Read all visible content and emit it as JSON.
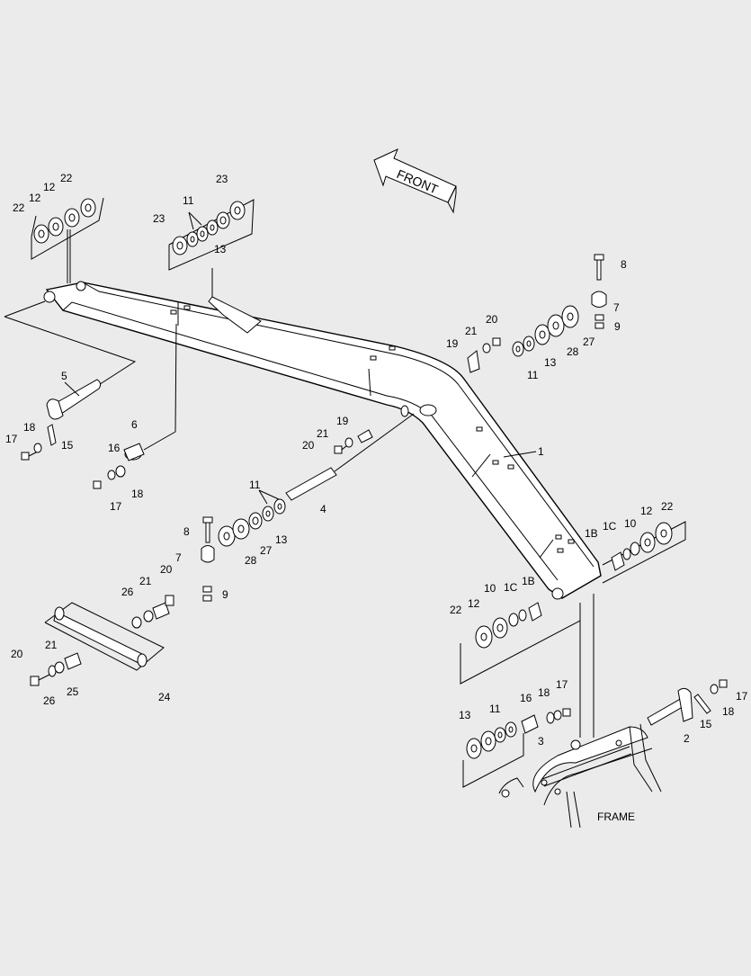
{
  "front_label": "FRONT",
  "frame_label": "FRAME",
  "labels": {
    "l1": "1",
    "l2": "2",
    "l3": "3",
    "l4": "4",
    "l5": "5",
    "l6": "6",
    "l7": "7",
    "l8": "8",
    "l9": "9",
    "l10": "10",
    "l11": "11",
    "l12": "12",
    "l13": "13",
    "l15": "15",
    "l16": "16",
    "l17": "17",
    "l18": "18",
    "l19": "19",
    "l20": "20",
    "l21": "21",
    "l22": "22",
    "l23": "23",
    "l24": "24",
    "l25": "25",
    "l26": "26",
    "l27": "27",
    "l28": "28",
    "l1B": "1B",
    "l1C": "1C"
  },
  "colors": {
    "background": "#ebebeb",
    "line": "#000000",
    "part_fill": "#ffffff"
  }
}
